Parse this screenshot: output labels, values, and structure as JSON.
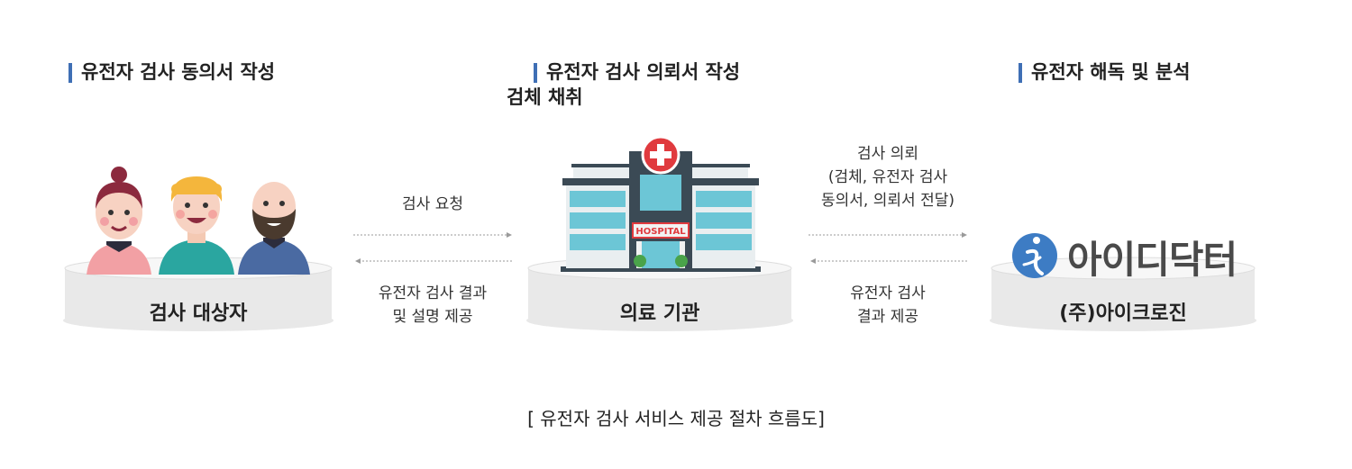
{
  "stages": {
    "consent": {
      "title": "유전자 검사 동의서 작성",
      "pedestal_label": "검사 대상자"
    },
    "request": {
      "title_line1": "유전자 검사 의뢰서 작성",
      "title_line2": "검체 채취",
      "pedestal_label": "의료 기관",
      "sign_text": "HOSPITAL"
    },
    "analysis": {
      "title": "유전자 해독 및 분석",
      "pedestal_label": "(주)아이크로진",
      "logo_text": "아이디닥터"
    }
  },
  "flows": {
    "left_forward": "검사 요청",
    "left_back_line1": "유전자 검사 결과",
    "left_back_line2": "및 설명 제공",
    "right_forward_line1": "검사 의뢰",
    "right_forward_line2": "(검체, 유전자 검사",
    "right_forward_line3": "동의서, 의뢰서 전달)",
    "right_back_line1": "유전자 검사",
    "right_back_line2": "결과 제공"
  },
  "caption": "[ 유전자 검사 서비스 제공 절차 흐름도]",
  "colors": {
    "accent_bar": "#3f6fb5",
    "logo_blue": "#3d7cc4",
    "cross_red": "#e03a3e"
  }
}
